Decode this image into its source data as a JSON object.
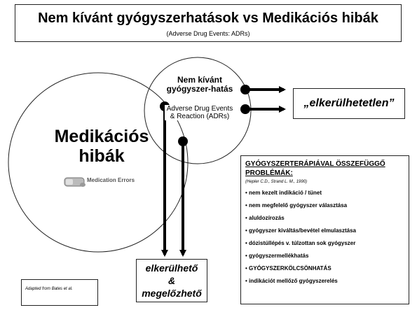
{
  "title": {
    "main": "Nem kívánt gyógyszerhatások  vs  Medikációs hibák",
    "sub": "(Adverse Drug Events: ADRs)"
  },
  "circles": {
    "medication_errors": "Medikációs hibák",
    "ade_title": "Nem kívánt gyógyszer-hatás",
    "ade_subtitle": "Adverse Drug Events & Reaction (ADRs)"
  },
  "logo": {
    "text": "Medication Errors"
  },
  "boxes": {
    "unavoidable": "„elkerülhetetlen”",
    "avoidable_line1": "elkerülhető",
    "avoidable_line2": "&",
    "avoidable_line3": "megelőzhető"
  },
  "problems": {
    "heading": "GYÓGYSZERTERÁPIÁVAL ÖSSZEFÜGGŐ PROBLÉMÁK:",
    "citation": "(Hepler C.D., Strand L. M., 1990)",
    "items": [
      "• nem kezelt indikáció / tünet",
      "• nem megfelelő gyógyszer választása",
      "• aluldozírozás",
      "• gyógyszer kiváltás/bevétel elmulasztása",
      "• dózistúllépés v. túlzottan sok gyógyszer",
      "• gyógyszermellékhatás",
      "• GYÓGYSZERKÖLCSÖNHATÁS",
      "• indikációt mellőző gyógyszerelés"
    ]
  },
  "credit": "Adapted from Bates et al.",
  "colors": {
    "line": "#000000",
    "background": "#ffffff"
  }
}
